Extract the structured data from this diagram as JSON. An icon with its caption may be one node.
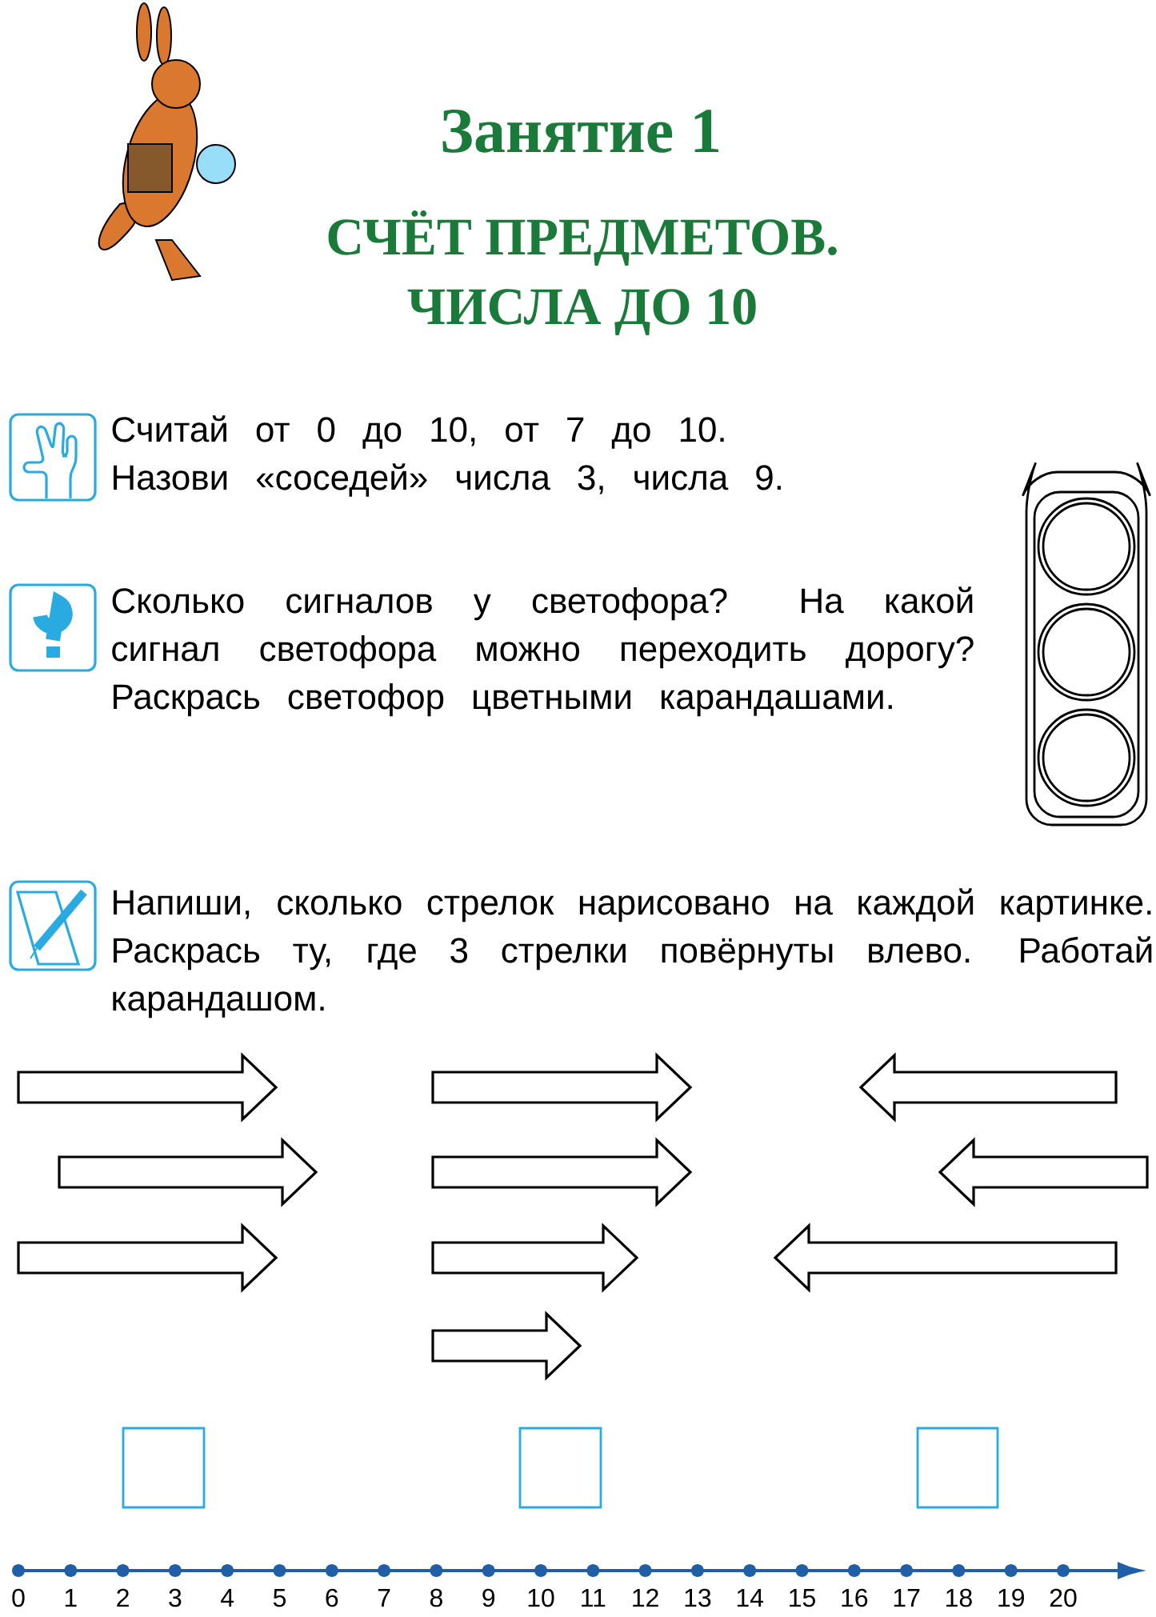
{
  "diagram": {
    "title": "Занятие 1",
    "labels": [
      "СЧЁТ ПРЕДМЕТОВ.",
      "ЧИСЛА ДО 10",
      "Считай от 0 до 10, от 7 до 10.",
      "Назови «соседей» числа 3, числа 9.",
      "Сколько сигналов у светофора? На какой сигнал светофора можно переходить дорогу? Раскрась светофор цветными карандашами.",
      "Напиши, сколько стрелок нарисовано на каждой картинке. Раскрась ту, где 3 стрелки повёрнуты влево. Работай карандашом.",
      "0",
      "1",
      "2",
      "3",
      "4",
      "5",
      "6",
      "7",
      "8",
      "9",
      "10",
      "11",
      "12",
      "13",
      "14",
      "15",
      "16",
      "17",
      "18",
      "19",
      "20"
    ]
  }
}
